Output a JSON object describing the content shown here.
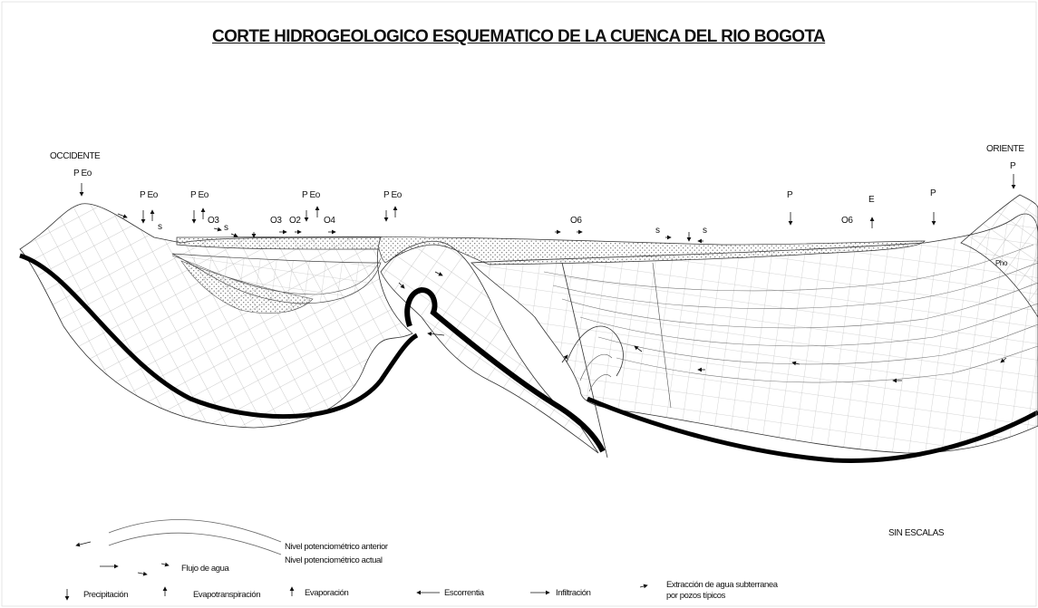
{
  "title": "CORTE HIDROGEOLOGICO ESQUEMATICO DE LA CUENCA DEL RIO BOGOTA",
  "labels": {
    "occidente": "OCCIDENTE",
    "oriente": "ORIENTE",
    "sin_escalas": "SIN ESCALAS",
    "pho": "Pho"
  },
  "markers": {
    "p": "P",
    "eo": "Eo",
    "p_eo": "P Eo",
    "s": "s",
    "e": "E",
    "o2": "O2",
    "o3": "O3",
    "o4": "O4",
    "o6": "O6"
  },
  "legend": {
    "flujo_agua": "Flujo de agua",
    "nivel_anterior": "Nivel potenciométrico anterior",
    "nivel_actual": "Nivel potenciométrico actual",
    "precipitacion": "Precipitación",
    "evapotranspiracion": "Evapotranspiración",
    "evaporacion": "Evaporación",
    "escorrentia": "Escorrentia",
    "infiltracion": "Infiltración",
    "extraccion_1": "Extracción de agua subterranea",
    "extraccion_2": "por pozos típicos"
  }
}
